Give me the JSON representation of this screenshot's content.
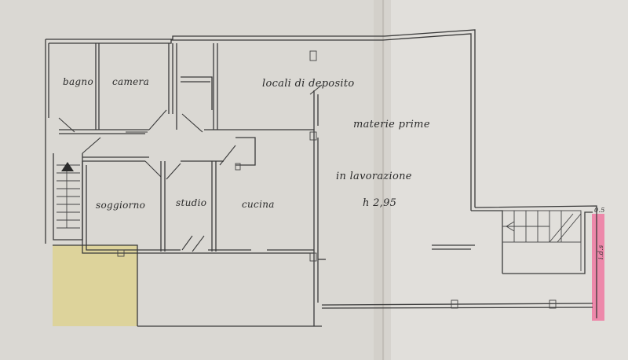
{
  "plan": {
    "rooms": {
      "bagno": "bagno",
      "camera": "camera",
      "soggiorno": "soggiorno",
      "studio": "studio",
      "cucina": "cucina"
    },
    "deposit": {
      "line1": "locali di deposito",
      "line2": "materie prime",
      "line3": "in lavorazione",
      "height": "h 2,95"
    },
    "stair_right_tag": "0.5",
    "stair_right_side_tag": "i.d.s"
  },
  "colors": {
    "paper_left": "#dcdad6",
    "paper_right": "#e2e0dc",
    "line": "#3a3a3a",
    "highlight_yellow": "#dcd294",
    "highlight_pink": "#ec7fa3"
  }
}
